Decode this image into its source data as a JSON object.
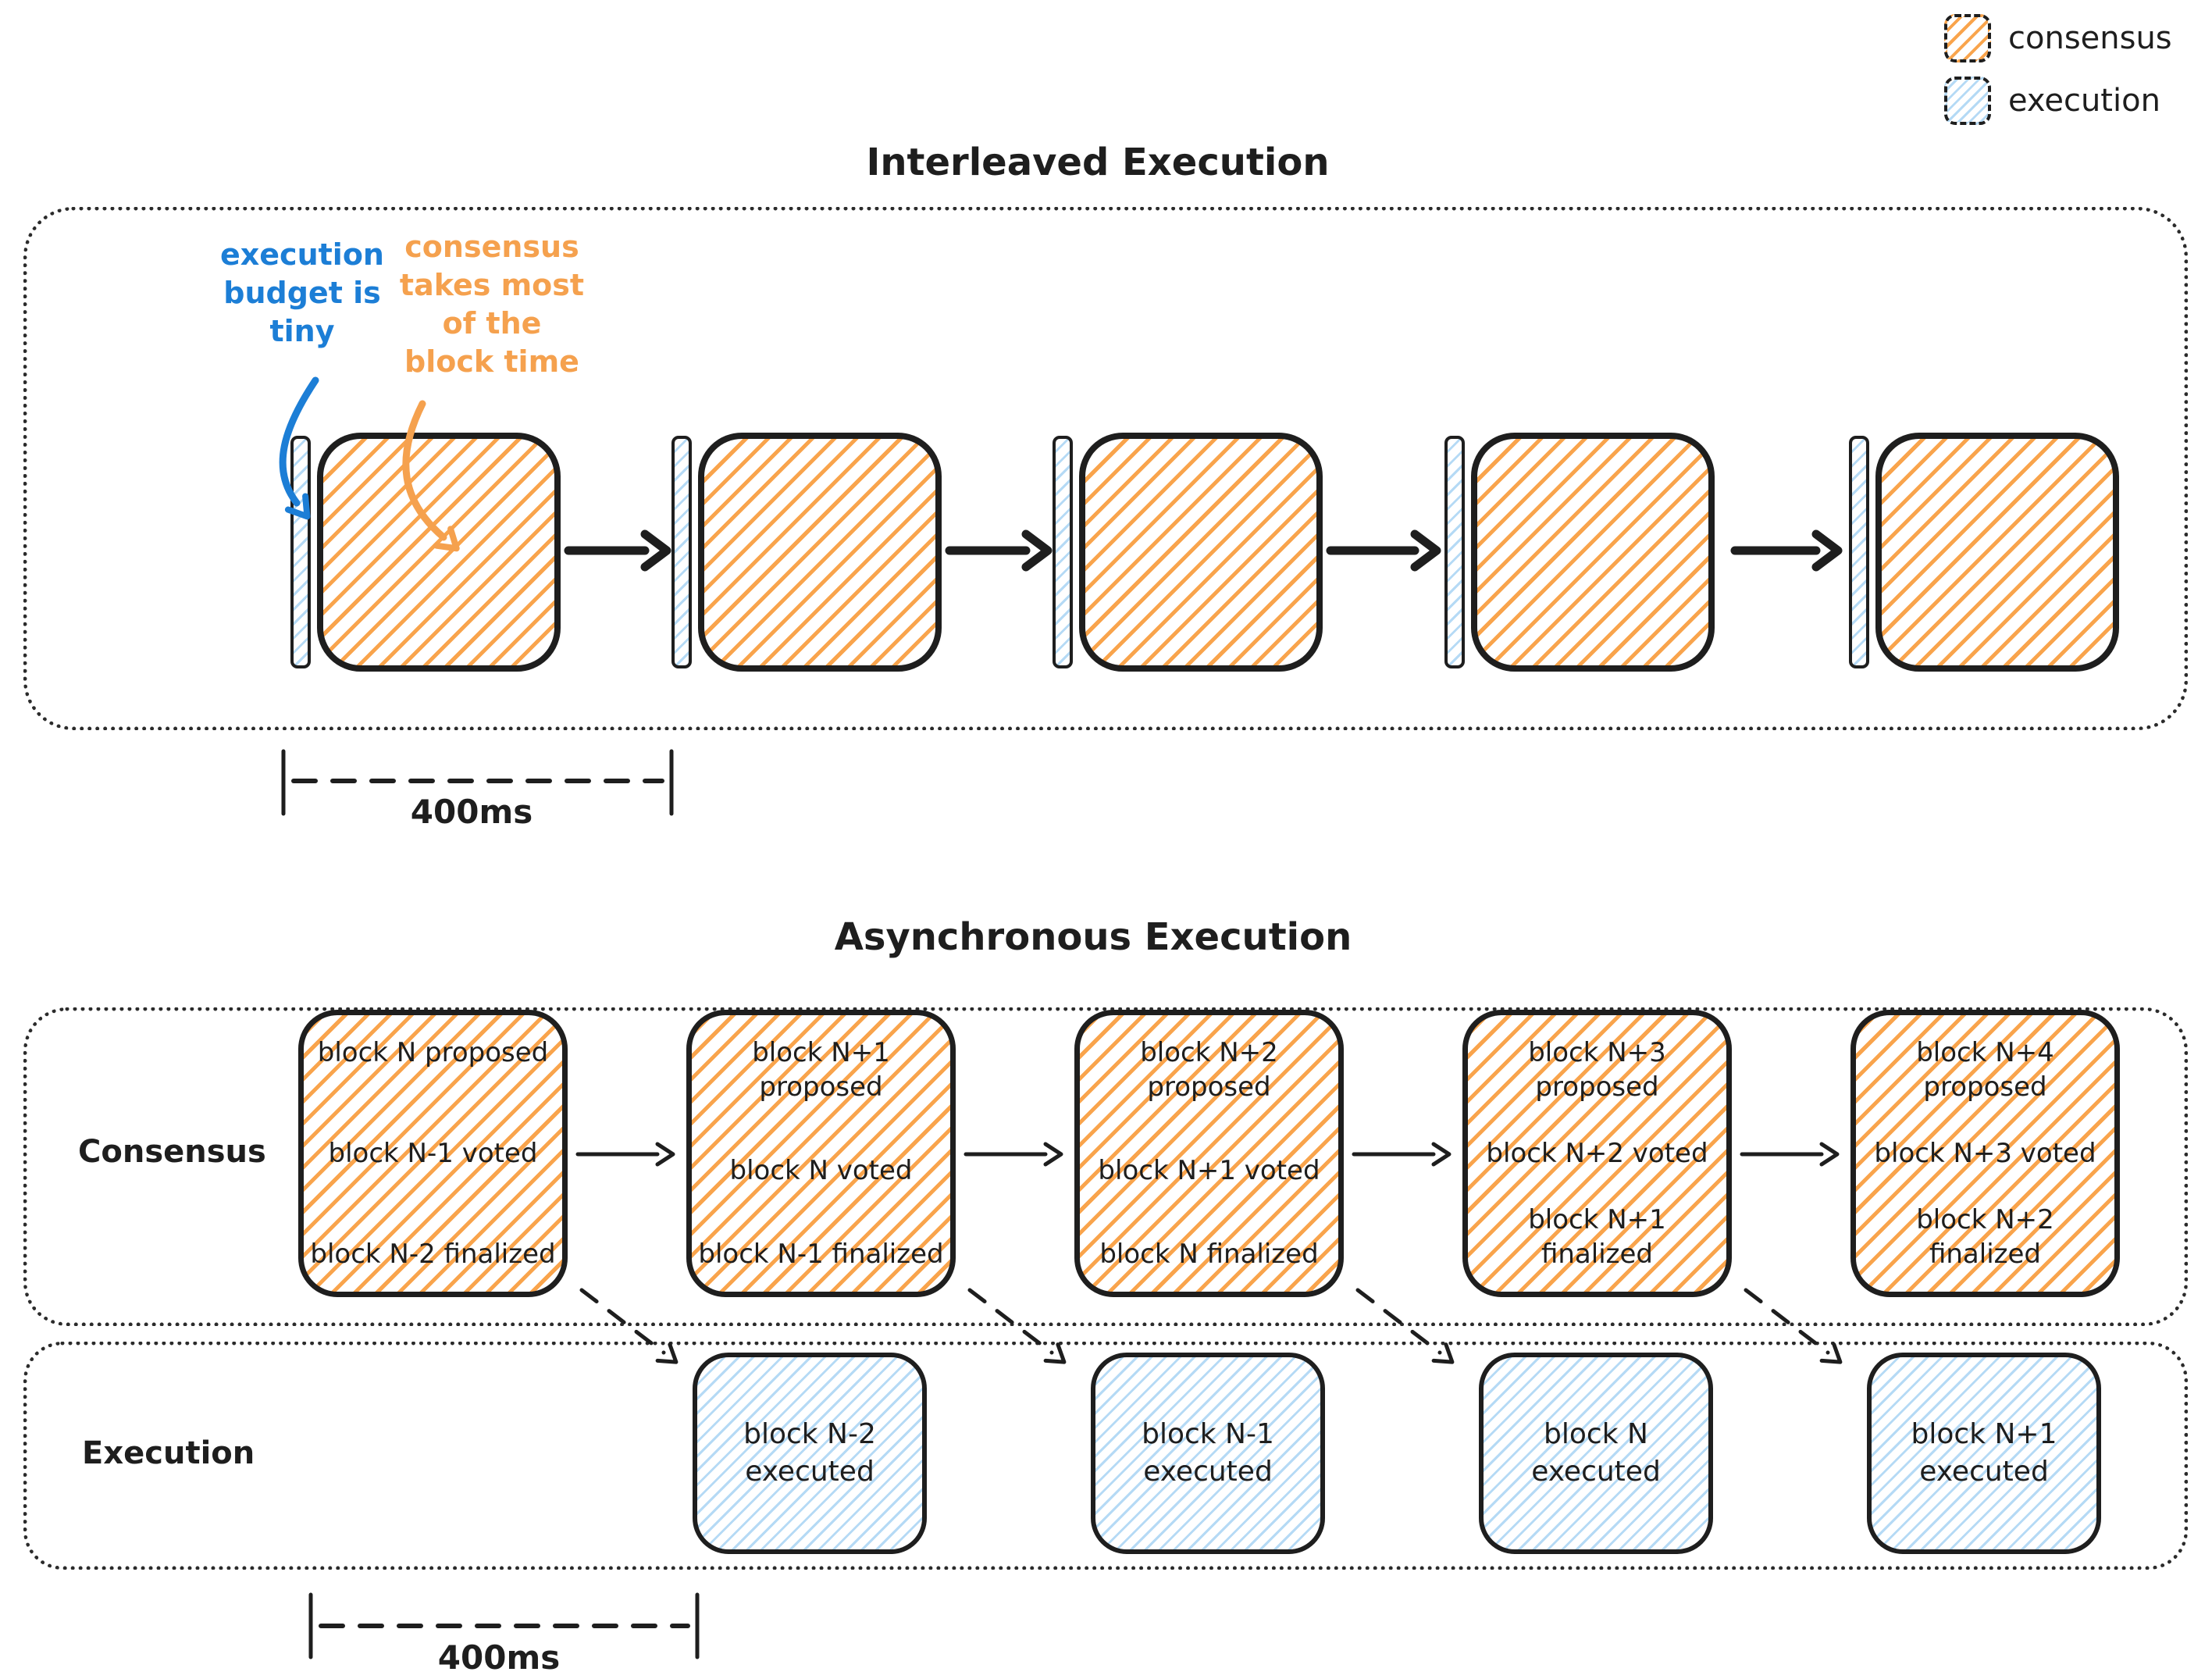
{
  "colors": {
    "ink": "#1e1e1e",
    "consensus_orange": "#f9a44c",
    "execution_blue": "#b5daf5",
    "annotation_blue": "#1c7ed6",
    "annotation_orange": "#f5a14e"
  },
  "legend": {
    "consensus_label": "consensus",
    "execution_label": "execution"
  },
  "interleaved": {
    "title": "Interleaved Execution",
    "annotation_execution": "execution budget is tiny",
    "annotation_consensus": "consensus takes most of the block time",
    "measure_label": "400ms"
  },
  "asynchronous": {
    "title": "Asynchronous Execution",
    "consensus_row_label": "Consensus",
    "execution_row_label": "Execution",
    "consensus_blocks": [
      {
        "proposed": "block N proposed",
        "voted": "block N-1 voted",
        "finalized": "block N-2 finalized"
      },
      {
        "proposed": "block N+1 proposed",
        "voted": "block N voted",
        "finalized": "block N-1 finalized"
      },
      {
        "proposed": "block N+2 proposed",
        "voted": "block N+1 voted",
        "finalized": "block N finalized"
      },
      {
        "proposed": "block N+3 proposed",
        "voted": "block N+2 voted",
        "finalized": "block N+1 finalized"
      },
      {
        "proposed": "block N+4 proposed",
        "voted": "block N+3 voted",
        "finalized": "block N+2 finalized"
      }
    ],
    "execution_blocks": [
      {
        "label": "block N-2 executed"
      },
      {
        "label": "block N-1 executed"
      },
      {
        "label": "block N executed"
      },
      {
        "label": "block N+1 executed"
      }
    ],
    "measure_label": "400ms"
  }
}
